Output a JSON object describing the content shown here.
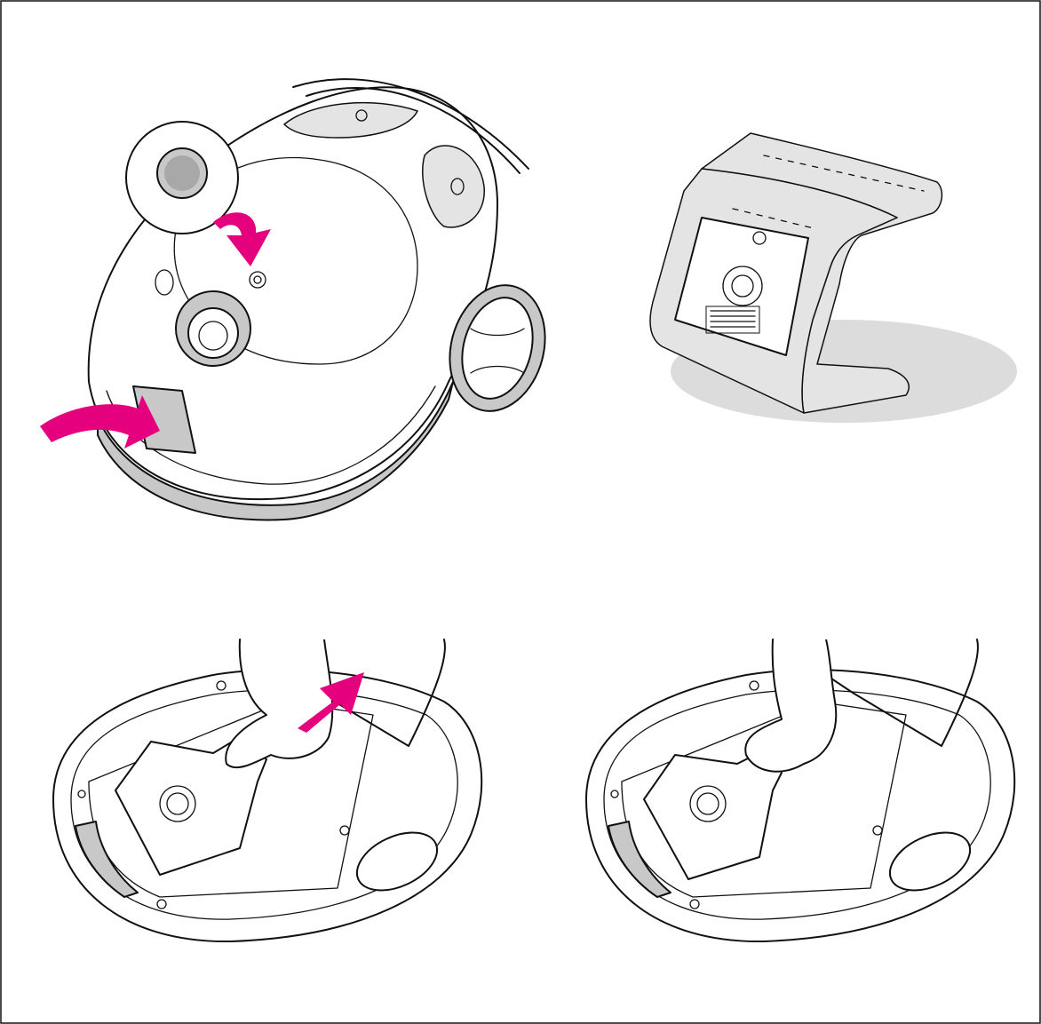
{
  "figure": {
    "panels": [
      {
        "id": "panel-1",
        "content": "vacuum-cleaner-top-open-lid"
      },
      {
        "id": "panel-2",
        "content": "dust-bag"
      },
      {
        "id": "panel-3",
        "content": "insert-bag-into-compartment"
      },
      {
        "id": "panel-4",
        "content": "bag-in-place"
      }
    ]
  },
  "colors": {
    "arrow": "#e5007e",
    "line": "#111111",
    "fill_gray": "#c8c8c8",
    "fill_light": "#e4e4e4",
    "background": "#ffffff"
  },
  "icons": [
    "curved-arrow-icon",
    "down-arrow-icon",
    "push-arrow-icon",
    "hand-icon",
    "dust-bag-icon"
  ]
}
